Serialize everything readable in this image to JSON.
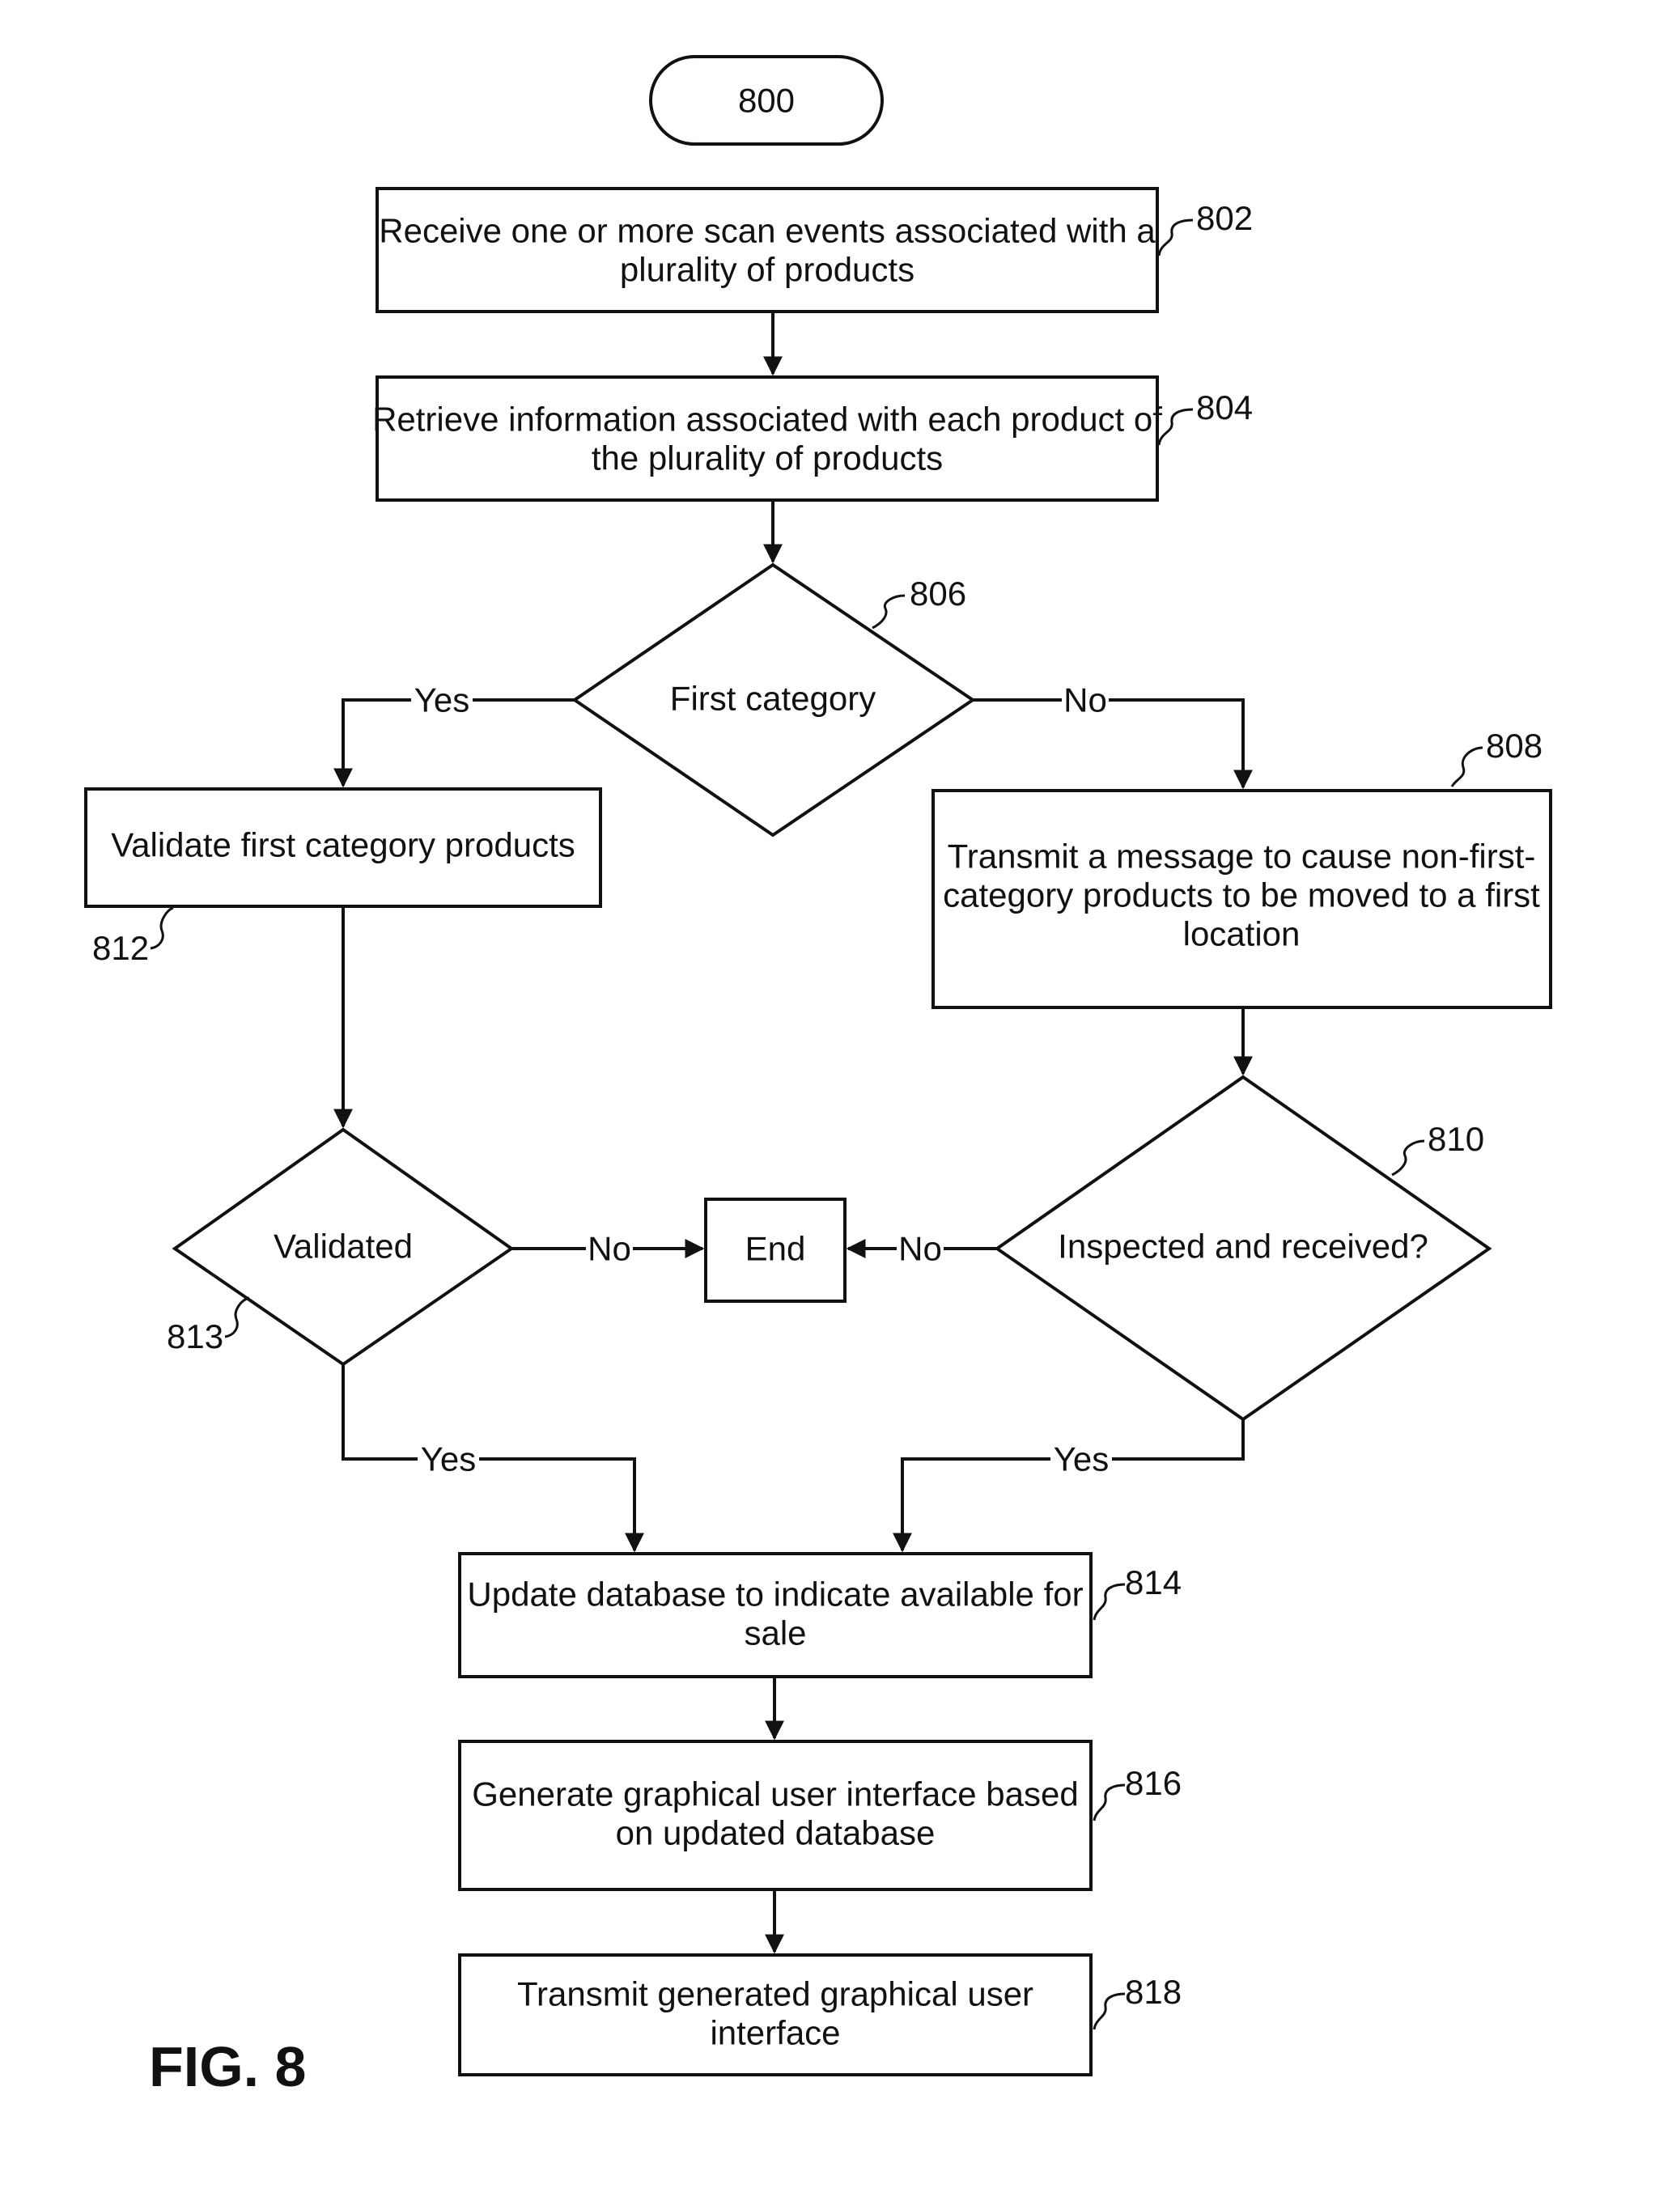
{
  "figure_label": "FIG. 8",
  "nodes": {
    "n800": {
      "lines": [
        "800"
      ]
    },
    "n802": {
      "lines": [
        "Receive one or more scan events associated with a",
        "plurality of products"
      ],
      "ref": "802"
    },
    "n804": {
      "lines": [
        "Retrieve information associated with each product of",
        "the plurality of products"
      ],
      "ref": "804"
    },
    "n806": {
      "lines": [
        "First category"
      ],
      "ref": "806"
    },
    "n808": {
      "lines": [
        "Transmit a message to cause non-first-",
        "category products to be moved to a first",
        "location"
      ],
      "ref": "808"
    },
    "n810": {
      "lines": [
        "Inspected and received?"
      ],
      "ref": "810"
    },
    "n812": {
      "lines": [
        "Validate first category products"
      ],
      "ref": "812"
    },
    "n813": {
      "lines": [
        "Validated"
      ],
      "ref": "813"
    },
    "end": {
      "lines": [
        "End"
      ]
    },
    "n814": {
      "lines": [
        "Update database to indicate available for",
        "sale"
      ],
      "ref": "814"
    },
    "n816": {
      "lines": [
        "Generate graphical user interface based",
        "on updated database"
      ],
      "ref": "816"
    },
    "n818": {
      "lines": [
        "Transmit generated graphical user",
        "interface"
      ],
      "ref": "818"
    }
  },
  "edges": {
    "e806_yes": "Yes",
    "e806_no": "No",
    "e813_no": "No",
    "e810_no": "No",
    "e813_yes": "Yes",
    "e810_yes": "Yes"
  }
}
